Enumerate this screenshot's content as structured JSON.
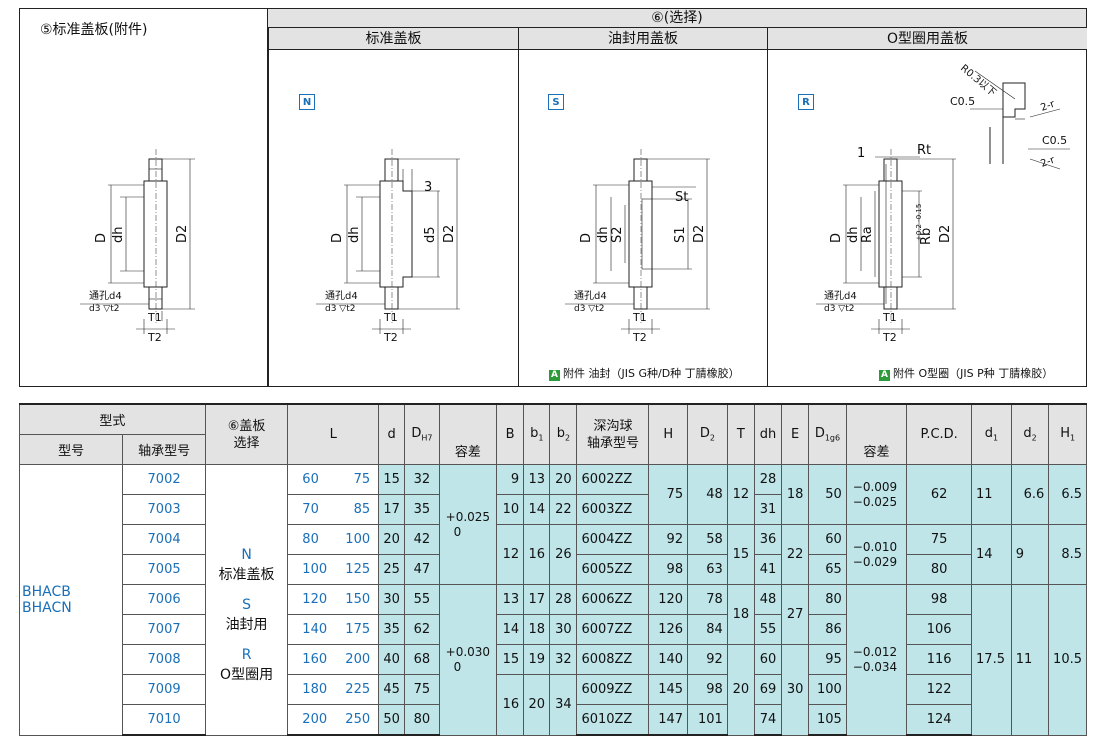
{
  "panel": {
    "attachment_title": "⑤标准盖板(附件)",
    "selection_title": "⑥(选择)",
    "subheads": [
      "标准盖板",
      "油封用盖板",
      "O型圈用盖板"
    ],
    "codes": [
      "N",
      "S",
      "R"
    ],
    "notes": [
      "附件 油封（JIS G种/D种 丁腈橡胶）",
      "附件 O型圈（JIS P种 丁腈橡胶）"
    ],
    "note_badge": "A",
    "labels": {
      "D": "D",
      "dh": "dh",
      "D2": "D2",
      "d5": "d5",
      "S2": "S2",
      "S1": "S1",
      "St": "St",
      "Ra": "Ra",
      "Rb": "Rb",
      "Rb_tol": "+0.2 -0.15",
      "Rt": "Rt",
      "one": "1",
      "three": "3",
      "T1": "T1",
      "T2": "T2",
      "hole": "通孔d4",
      "cbore": "d3 ▽t2",
      "R03": "R0.3以下",
      "C05a": "C0.5",
      "C05b": "C0.5",
      "two_r1": "2-r",
      "two_r2": "2-r"
    }
  },
  "table": {
    "headers": {
      "type": "型式",
      "model": "型号",
      "bearing_model": "轴承型号",
      "cover": "⑥盖板\n选择",
      "L": "L",
      "d": "d",
      "DH7": "DH7",
      "tol": "容差",
      "B": "B",
      "b1": "b1",
      "b2": "b2",
      "deep": "深沟球\n轴承型号",
      "H": "H",
      "D2": "D2",
      "T": "T",
      "dh": "dh",
      "E": "E",
      "D1g6": "D1g6",
      "tol2": "容差",
      "pcd": "P.C.D.",
      "d1": "d1",
      "d2": "d2",
      "H1": "H1"
    },
    "series": [
      "BHACB",
      "BHACN"
    ],
    "cover_options": [
      "N",
      "标准盖板",
      "S",
      "油封用",
      "R",
      "O型圈用"
    ],
    "rows": [
      {
        "model": "7002",
        "L1": "60",
        "L2": "75",
        "d": "15",
        "DH7": "32",
        "bearing": "6002ZZ",
        "dh": "28",
        "D1g6": "50",
        "pcd": "62"
      },
      {
        "model": "7003",
        "L1": "70",
        "L2": "85",
        "d": "17",
        "DH7": "35",
        "bearing": "6003ZZ",
        "dh": "31",
        "D1g6": "",
        "pcd": ""
      },
      {
        "model": "7004",
        "L1": "80",
        "L2": "100",
        "d": "20",
        "DH7": "42",
        "bearing": "6004ZZ",
        "dh": "36",
        "D1g6": "60",
        "pcd": "75"
      },
      {
        "model": "7005",
        "L1": "100",
        "L2": "125",
        "d": "25",
        "DH7": "47",
        "bearing": "6005ZZ",
        "dh": "41",
        "D1g6": "65",
        "pcd": "80"
      },
      {
        "model": "7006",
        "L1": "120",
        "L2": "150",
        "d": "30",
        "DH7": "55",
        "bearing": "6006ZZ",
        "dh": "48",
        "D1g6": "80",
        "pcd": "98"
      },
      {
        "model": "7007",
        "L1": "140",
        "L2": "175",
        "d": "35",
        "DH7": "62",
        "bearing": "6007ZZ",
        "dh": "55",
        "D1g6": "86",
        "pcd": "106"
      },
      {
        "model": "7008",
        "L1": "160",
        "L2": "200",
        "d": "40",
        "DH7": "68",
        "bearing": "6008ZZ",
        "dh": "60",
        "D1g6": "95",
        "pcd": "116"
      },
      {
        "model": "7009",
        "L1": "180",
        "L2": "225",
        "d": "45",
        "DH7": "75",
        "bearing": "6009ZZ",
        "dh": "69",
        "D1g6": "100",
        "pcd": "122"
      },
      {
        "model": "7010",
        "L1": "200",
        "L2": "250",
        "d": "50",
        "DH7": "80",
        "bearing": "6010ZZ",
        "dh": "74",
        "D1g6": "105",
        "pcd": "124"
      }
    ],
    "tol_DH7": [
      [
        "+0.025",
        "0"
      ],
      [
        "+0.030",
        "0"
      ]
    ],
    "tol_D1g6": [
      [
        "−0.009",
        "−0.025"
      ],
      [
        "−0.010",
        "−0.029"
      ],
      [
        "−0.012",
        "−0.034"
      ]
    ],
    "B": [
      "9",
      "10",
      "12",
      "13",
      "14",
      "15",
      "16"
    ],
    "b1": [
      "13",
      "14",
      "16",
      "17",
      "18",
      "19",
      "20"
    ],
    "b2": [
      "20",
      "22",
      "26",
      "28",
      "30",
      "32",
      "34"
    ],
    "H": [
      "75",
      "92",
      "98",
      "120",
      "126",
      "140",
      "145",
      "147"
    ],
    "D2": [
      "48",
      "58",
      "63",
      "78",
      "84",
      "92",
      "98",
      "101"
    ],
    "T": [
      "12",
      "15",
      "18",
      "20"
    ],
    "E": [
      "18",
      "22",
      "27",
      "30"
    ],
    "d1": [
      "11",
      "14",
      "17.5"
    ],
    "d2": [
      "6.6",
      "9",
      "11"
    ],
    "H1": [
      "6.5",
      "8.5",
      "10.5"
    ]
  }
}
